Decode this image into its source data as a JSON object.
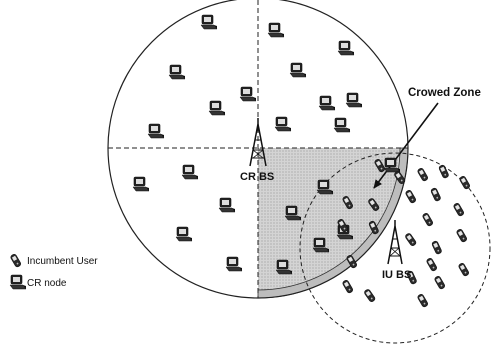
{
  "labels": {
    "cr_bs": "CR BS",
    "iu_bs": "IU BS",
    "crowded_zone": "Crowed Zone"
  },
  "legend": {
    "incumbent_user": "Incumbent User",
    "cr_node": "CR node"
  },
  "colors": {
    "outline": "#222222",
    "shaded_sector": "#cfcfcf",
    "background": "#ffffff"
  },
  "icons": {
    "cr_node": "computer-icon",
    "incumbent_user": "cellphone-icon",
    "base_station": "antenna-tower-icon"
  }
}
